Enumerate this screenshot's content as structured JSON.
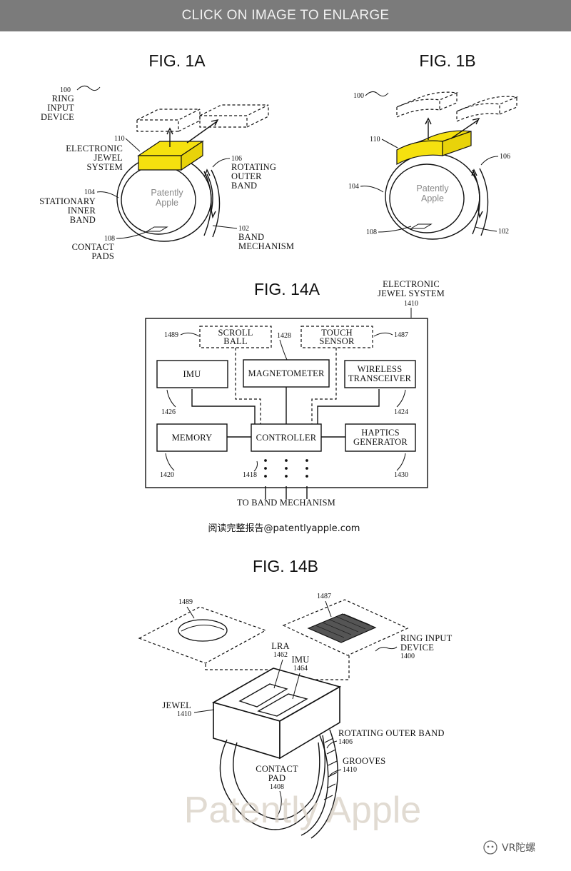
{
  "banner": {
    "text": "CLICK ON IMAGE TO ENLARGE"
  },
  "figures": {
    "fig1a": {
      "title": "FIG. 1A",
      "labels": {
        "ref100": "100",
        "ring": "RING",
        "input": "INPUT",
        "device": "DEVICE",
        "ref110": "110",
        "electronic": "ELECTRONIC",
        "jewel": "JEWEL",
        "system": "SYSTEM",
        "ref106": "106",
        "rotating": "ROTATING",
        "outer": "OUTER",
        "band": "BAND",
        "ref104": "104",
        "stationary": "STATIONARY",
        "inner": "INNER",
        "band2": "BAND",
        "ref108": "108",
        "contact": "CONTACT",
        "pads": "PADS",
        "ref102": "102",
        "band3": "BAND",
        "mechanism": "MECHANISM",
        "wm1": "Patently",
        "wm2": "Apple"
      }
    },
    "fig1b": {
      "title": "FIG. 1B",
      "labels": {
        "ref100": "100",
        "ref110": "110",
        "ref106": "106",
        "ref104": "104",
        "ref108": "108",
        "ref102": "102",
        "wm1": "Patently",
        "wm2": "Apple"
      }
    },
    "fig14a": {
      "title": "FIG. 14A",
      "header1": "ELECTRONIC",
      "header2": "JEWEL SYSTEM",
      "ref1410": "1410",
      "blocks": {
        "scroll1": "SCROLL",
        "scroll2": "BALL",
        "ref1489": "1489",
        "touch1": "TOUCH",
        "touch2": "SENSOR",
        "ref1487": "1487",
        "imu": "IMU",
        "ref1426": "1426",
        "magnetometer": "MAGNETOMETER",
        "ref1428": "1428",
        "wireless1": "WIRELESS",
        "wireless2": "TRANSCEIVER",
        "ref1424": "1424",
        "memory": "MEMORY",
        "ref1420": "1420",
        "controller": "CONTROLLER",
        "ref1418": "1418",
        "haptics1": "HAPTICS",
        "haptics2": "GENERATOR",
        "ref1430": "1430"
      },
      "footer": "TO BAND MECHANISM"
    },
    "site_text": "阅读完整报告@patentlyapple.com",
    "fig14b": {
      "title": "FIG. 14B",
      "labels": {
        "ref1489": "1489",
        "ref1487": "1487",
        "ring1": "RING INPUT",
        "ring2": "DEVICE",
        "ref1400": "1400",
        "lra": "LRA",
        "ref1462": "1462",
        "imu": "IMU",
        "ref1464": "1464",
        "jewel": "JEWEL",
        "ref1410": "1410",
        "rotating": "ROTATING OUTER BAND",
        "ref1406": "1406",
        "grooves": "GROOVES",
        "ref1410b": "1410",
        "contact": "CONTACT",
        "pad": "PAD",
        "ref1408": "1408"
      }
    }
  },
  "watermark": "Patently Apple",
  "badge": "VR陀螺",
  "colors": {
    "banner": "#7b7b7b",
    "jewel_highlight": "#f5e10f",
    "watermark": "#d8cfc4"
  }
}
